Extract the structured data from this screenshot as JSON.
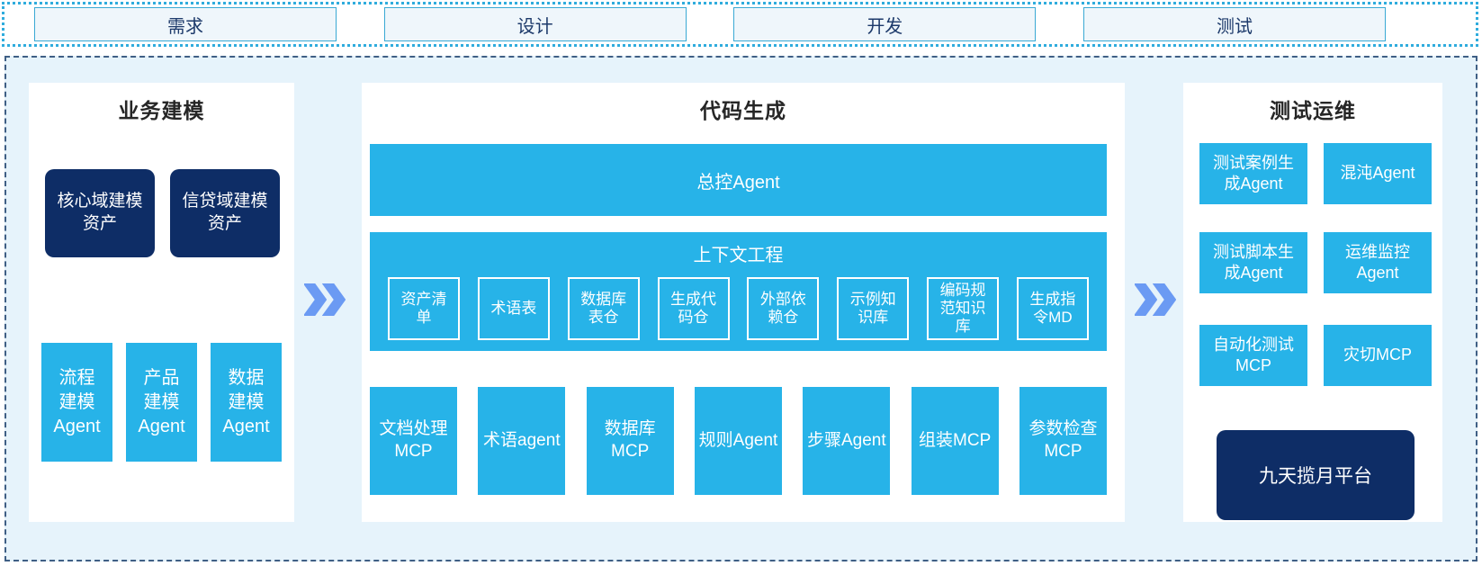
{
  "phases": {
    "items": [
      "需求",
      "设计",
      "开发",
      "测试"
    ]
  },
  "sections": {
    "business_modeling": {
      "title": "业务建模",
      "asset_boxes": [
        "核心域建模\n资产",
        "信贷域建模\n资产"
      ],
      "agent_boxes": [
        "流程\n建模\nAgent",
        "产品\n建模\nAgent",
        "数据\n建模\nAgent"
      ]
    },
    "code_generation": {
      "title": "代码生成",
      "master_agent": "总控Agent",
      "context_engineering": {
        "title": "上下文工程",
        "items": [
          "资产清\n单",
          "术语表",
          "数据库\n表仓",
          "生成代\n码仓",
          "外部依\n赖仓",
          "示例知\n识库",
          "编码规\n范知识\n库",
          "生成指\n令MD"
        ]
      },
      "bottom_agents": [
        "文档处理\nMCP",
        "术语agent",
        "数据库\nMCP",
        "规则Agent",
        "步骤Agent",
        "组装MCP",
        "参数检查\nMCP"
      ]
    },
    "test_ops": {
      "title": "测试运维",
      "grid": [
        "测试案例生\n成Agent",
        "混沌Agent",
        "测试脚本生\n成Agent",
        "运维监控\nAgent",
        "自动化测试\nMCP",
        "灾切MCP"
      ],
      "platform": "九天揽月平台"
    }
  },
  "colors": {
    "box_cyan": "#27b3e8",
    "box_navy": "#0e2d66",
    "chevron_blue": "#6b9af3",
    "container_bg": "#e6f3fb",
    "dotted_border": "#2facdd",
    "dashed_border": "#3f5f85",
    "phase_box_border": "#3aa9d4",
    "phase_text": "#1d3a6b"
  }
}
